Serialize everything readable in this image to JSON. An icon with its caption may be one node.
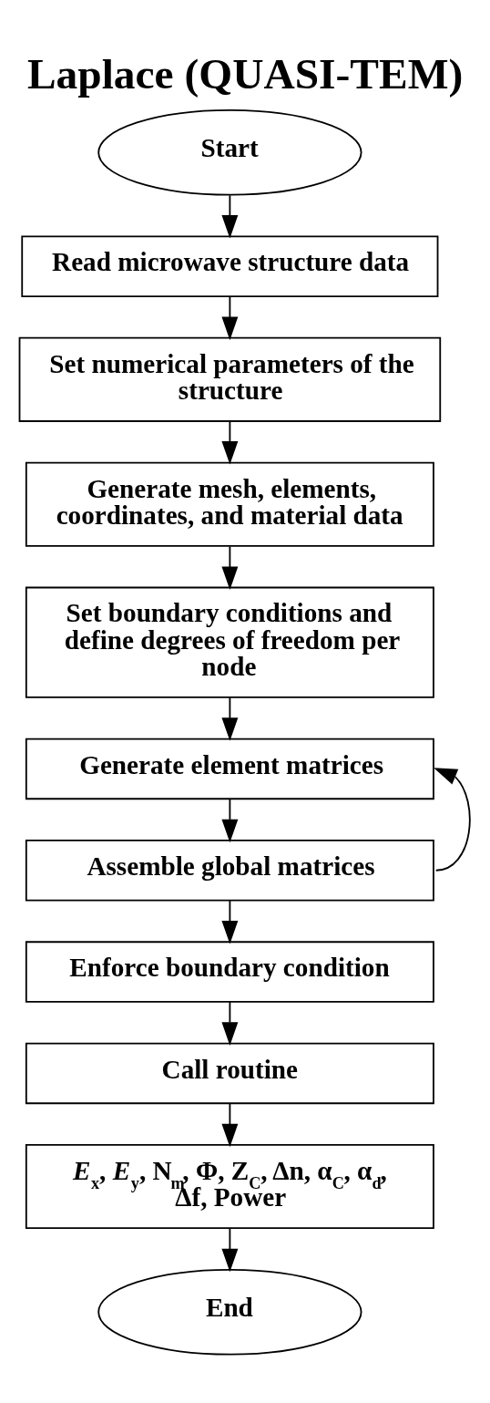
{
  "diagram": {
    "title": "Laplace (QUASI-TEM)",
    "nodes": [
      {
        "text": [
          "Start"
        ]
      },
      {
        "text": [
          "Read microwave structure data"
        ]
      },
      {
        "text": [
          "Set numerical parameters of the structure"
        ]
      },
      {
        "text": [
          "Generate mesh, elements, coordinates, and material data"
        ]
      },
      {
        "text": [
          "Set boundary conditions and define degrees of freedom per node"
        ]
      },
      {
        "text": [
          "Generate element matrices"
        ]
      },
      {
        "text": [
          "Assemble global matrices"
        ]
      },
      {
        "text": [
          "Enforce boundary condition"
        ]
      },
      {
        "text": [
          "Call routine"
        ]
      },
      {
        "text": [
          "*E*$_{x}$, *E*$_{y}$, N$_{m}$, Φ, Z$_{C}$, Δn, α$_{C}$, α$_{d}$, Δf, Power"
        ]
      },
      {
        "text": [
          "End"
        ]
      }
    ],
    "edges": [
      {
        "from": 0,
        "to": 1,
        "arrow": "to"
      },
      {
        "from": 1,
        "to": 2,
        "arrow": "to"
      },
      {
        "from": 2,
        "to": 3,
        "arrow": "to"
      },
      {
        "from": 3,
        "to": 4,
        "arrow": "to"
      },
      {
        "from": 4,
        "to": 5,
        "arrow": "to"
      },
      {
        "from": 5,
        "to": 6,
        "arrow": "to"
      },
      {
        "from": 6,
        "to": 5,
        "arrow": "to"
      },
      {
        "from": 6,
        "to": 7,
        "arrow": "to"
      },
      {
        "from": 7,
        "to": 8,
        "arrow": "to"
      },
      {
        "from": 8,
        "to": 9,
        "arrow": "to"
      },
      {
        "from": 9,
        "to": 10,
        "arrow": "to"
      }
    ]
  }
}
